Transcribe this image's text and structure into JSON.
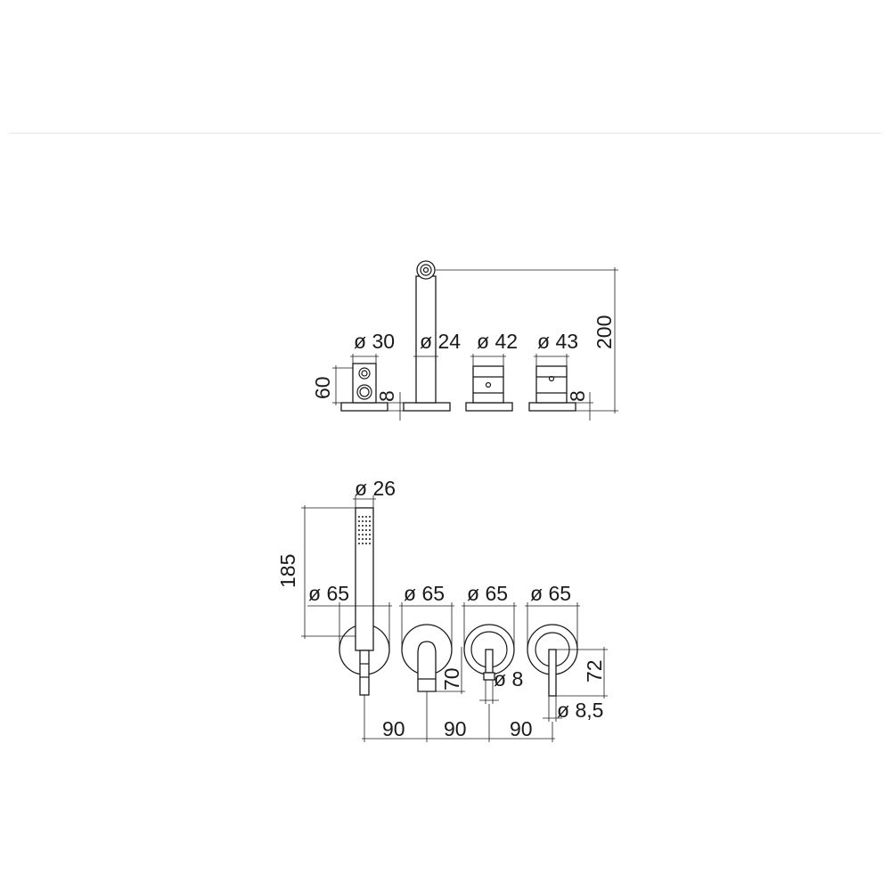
{
  "top_view": {
    "labels": {
      "d30": "ø 30",
      "d24": "ø 24",
      "d42": "ø 42",
      "d43": "ø 43",
      "h60": "60",
      "h8_left": "8",
      "h8_right": "8",
      "h200": "200"
    }
  },
  "bottom_view": {
    "labels": {
      "d26": "ø 26",
      "h185": "185",
      "d65_1": "ø 65",
      "d65_2": "ø 65",
      "d65_3": "ø 65",
      "d65_4": "ø 65",
      "h70": "70",
      "d8": "ø 8",
      "h72": "72",
      "d8_5": "ø 8,5",
      "s90_1": "90",
      "s90_2": "90",
      "s90_3": "90"
    }
  }
}
